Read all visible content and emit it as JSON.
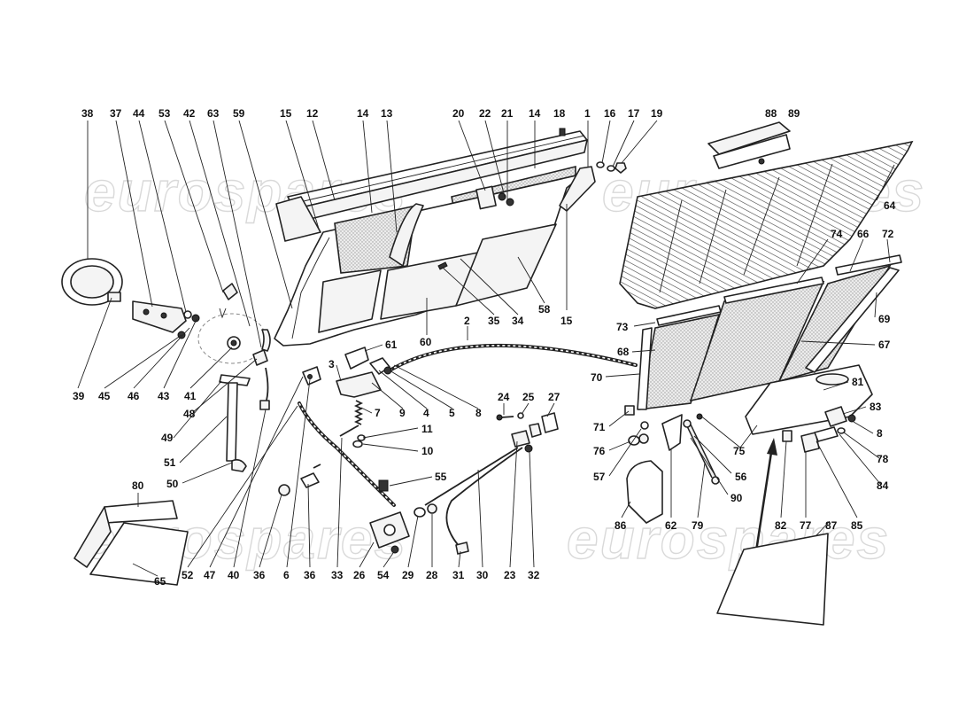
{
  "watermark": "eurospares",
  "colors": {
    "line": "#222222",
    "mesh": "#dddddd",
    "background": "#ffffff"
  },
  "labels": {
    "n38": "38",
    "n37": "37",
    "n44": "44",
    "n53": "53",
    "n42": "42",
    "n63": "63",
    "n59": "59",
    "n15a": "15",
    "n12": "12",
    "n14a": "14",
    "n13": "13",
    "n20": "20",
    "n22": "22",
    "n21": "21",
    "n14b": "14",
    "n18": "18",
    "n1": "1",
    "n16": "16",
    "n17": "17",
    "n19": "19",
    "n88": "88",
    "n89": "89",
    "n64": "64",
    "n74": "74",
    "n66": "66",
    "n72": "72",
    "n35": "35",
    "n34": "34",
    "n58": "58",
    "n15b": "15",
    "n60": "60",
    "n2": "2",
    "n61": "61",
    "n73": "73",
    "n69": "69",
    "n68": "68",
    "n67": "67",
    "n39": "39",
    "n45": "45",
    "n46": "46",
    "n43": "43",
    "n41": "41",
    "n48": "48",
    "n3": "3",
    "n7": "7",
    "n9": "9",
    "n4": "4",
    "n5": "5",
    "n8a": "8",
    "n70": "70",
    "n81": "81",
    "n24": "24",
    "n25": "25",
    "n27": "27",
    "n71": "71",
    "n83": "83",
    "n11": "11",
    "n49": "49",
    "n10": "10",
    "n76": "76",
    "n8b": "8",
    "n78": "78",
    "n51": "51",
    "n75": "75",
    "n56": "56",
    "n84": "84",
    "n57": "57",
    "n50": "50",
    "n55": "55",
    "n90": "90",
    "n80": "80",
    "n86": "86",
    "n62": "62",
    "n79": "79",
    "n82": "82",
    "n77": "77",
    "n85": "85",
    "n87": "87",
    "n65": "65",
    "n52": "52",
    "n47": "47",
    "n40": "40",
    "n36a": "36",
    "n6": "6",
    "n36b": "36",
    "n33": "33",
    "n26": "26",
    "n54": "54",
    "n29": "29",
    "n28": "28",
    "n31": "31",
    "n30": "30",
    "n23": "23",
    "n32": "32"
  }
}
